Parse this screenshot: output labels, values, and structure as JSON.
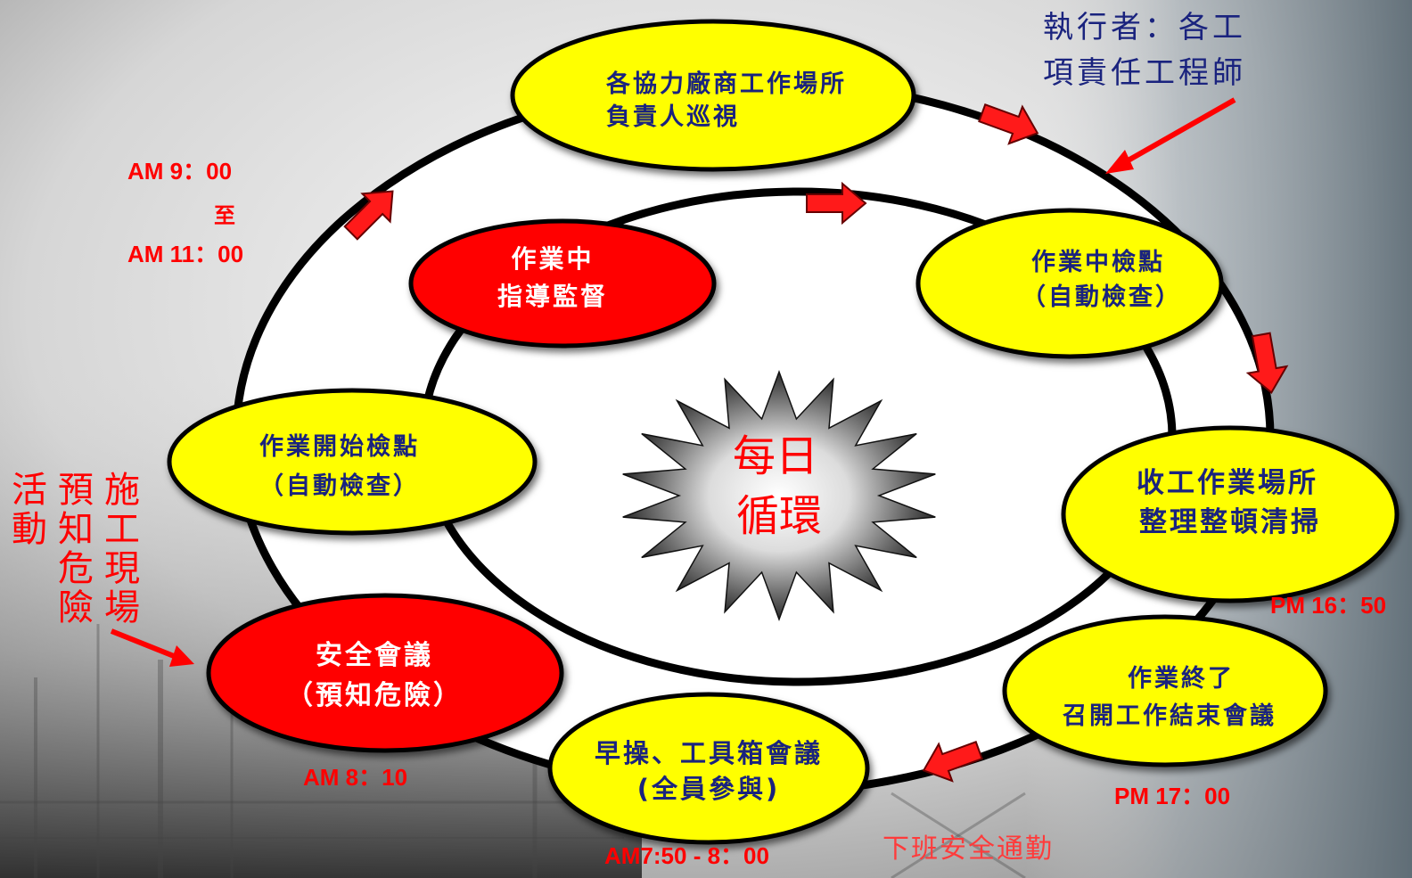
{
  "colors": {
    "yellow": "#ffff00",
    "red": "#ff0000",
    "navy": "#1a237e",
    "ring": "#000000",
    "arrow": "#ff1a1a"
  },
  "nodes": {
    "patrol": {
      "line1": "各協力廠商工作場所",
      "line2": "負責人巡視"
    },
    "supervise": {
      "line1": "作業中",
      "line2": "指導監督"
    },
    "inwork_check": {
      "line1": "作業中檢點",
      "line2": "（自動檢查）"
    },
    "start_check": {
      "line1": "作業開始檢點",
      "line2": "（自動檢查）"
    },
    "cleanup": {
      "line1": "收工作業場所",
      "line2": "整理整頓清掃"
    },
    "safety_meeting": {
      "line1": "安全會議",
      "line2": "（預知危險）"
    },
    "end_meeting": {
      "line1": "作業終了",
      "line2": "召開工作結束會議"
    },
    "morning": {
      "line1": "早操、工具箱會議",
      "line2": "(全員參與)"
    }
  },
  "center": {
    "line1": "每日",
    "line2": "循環"
  },
  "executor": {
    "line1": "執行者：各工",
    "line2": "項責任工程師"
  },
  "times": {
    "am9": "AM 9：00",
    "to": "至",
    "am11": "AM 11：00",
    "am810": "AM 8：10",
    "am750": "AM7:50 - 8：00",
    "pm1650": "PM 16：50",
    "pm1700": "PM 17：00"
  },
  "commute": "下班安全通勤",
  "activity": {
    "col1": [
      "施",
      "工",
      "現",
      "場"
    ],
    "col2": [
      "預",
      "知",
      "危",
      "險"
    ],
    "col3": [
      "活",
      "動"
    ]
  },
  "icons": {
    "flow_arrows": "arrow-right-icon",
    "pointer": "pointer-arrow-icon",
    "starburst": "starburst-icon"
  }
}
